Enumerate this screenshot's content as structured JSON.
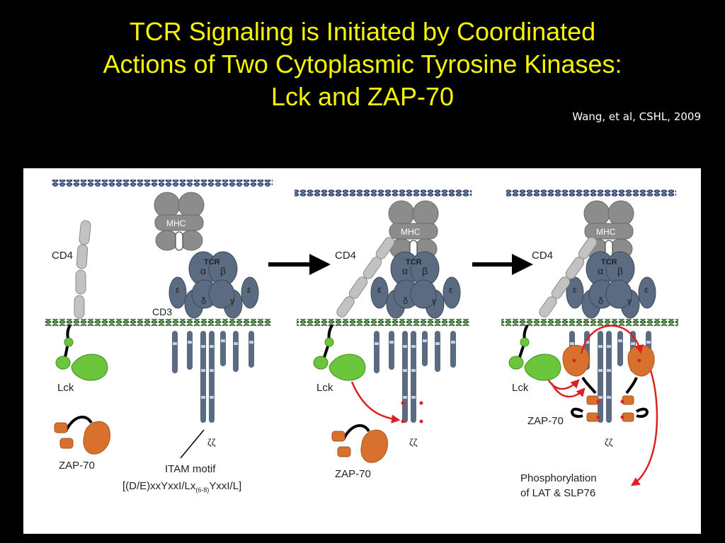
{
  "title": {
    "line1": "TCR Signaling is Initiated by Coordinated",
    "line2": "Actions of Two Cytoplasmic Tyrosine Kinases:",
    "line3": "Lck and ZAP-70"
  },
  "citation": "Wang, et al, CSHL, 2009",
  "labels": {
    "mhc": "MHC",
    "tcr": "TCR",
    "alpha": "α",
    "beta": "β",
    "epsilon": "ε",
    "delta": "δ",
    "gamma": "γ",
    "cd4": "CD4",
    "cd3": "CD3",
    "lck": "Lck",
    "zap70": "ZAP-70",
    "zeta": "ζζ",
    "itam_title": "ITAM motif",
    "itam_seq_a": "[(D/E)xxYxxI/Lx",
    "itam_sub": "(6-8)",
    "itam_seq_b": "YxxI/L]",
    "phos_1": "Phosphorylation",
    "phos_2": "of LAT & SLP76"
  },
  "colors": {
    "title": "#f5f500",
    "background": "#000000",
    "membrane": "#2d3f6b",
    "membrane_green": "#3a7a2e",
    "mhc": "#8c8c8c",
    "tcr": "#5a6b82",
    "cd4": "#c2c2c2",
    "lck": "#6cc63c",
    "zap70": "#d9712e",
    "arrow_red": "#dd2020"
  }
}
